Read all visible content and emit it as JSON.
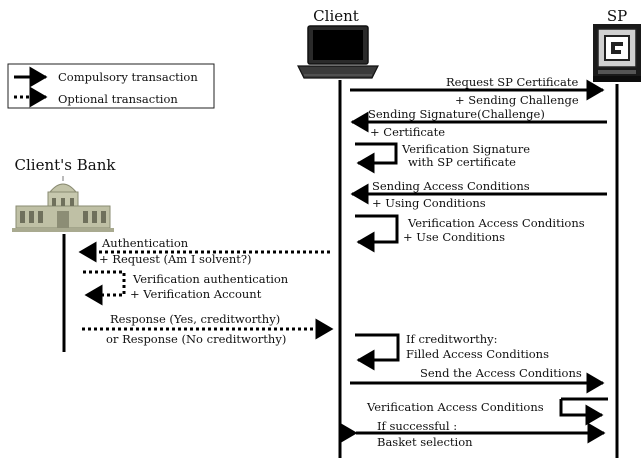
{
  "actors": {
    "client": "Client",
    "sp": "SP",
    "bank": "Client's Bank"
  },
  "legend": {
    "compulsory": "Compulsory transaction",
    "optional": "Optional transaction"
  },
  "messages": [
    {
      "id": "m1",
      "lines": [
        "Request SP Certificate",
        "+ Sending Challenge"
      ]
    },
    {
      "id": "m2",
      "lines": [
        "Sending Signature(Challenge)",
        "+ Certificate"
      ]
    },
    {
      "id": "m3",
      "lines": [
        "Verification Signature",
        "with SP certificate"
      ]
    },
    {
      "id": "m4",
      "lines": [
        "Sending Access Conditions",
        "+ Using Conditions"
      ]
    },
    {
      "id": "m5",
      "lines": [
        "Verification Access Conditions",
        "+ Use Conditions"
      ]
    },
    {
      "id": "m6",
      "lines": [
        "Authentication",
        "+ Request (Am I solvent?)"
      ]
    },
    {
      "id": "m7",
      "lines": [
        "Verification authentication",
        "+ Verification Account"
      ]
    },
    {
      "id": "m8",
      "lines": [
        "Response (Yes, creditworthy)",
        "or Response (No creditworthy)"
      ]
    },
    {
      "id": "m9",
      "lines": [
        "If creditworthy:",
        "Filled Access Conditions"
      ]
    },
    {
      "id": "m10",
      "lines": [
        "Send the Access Conditions"
      ]
    },
    {
      "id": "m11",
      "lines": [
        "Verification Access Conditions"
      ]
    },
    {
      "id": "m12",
      "lines": [
        "If successful :",
        "Basket selection"
      ]
    }
  ]
}
